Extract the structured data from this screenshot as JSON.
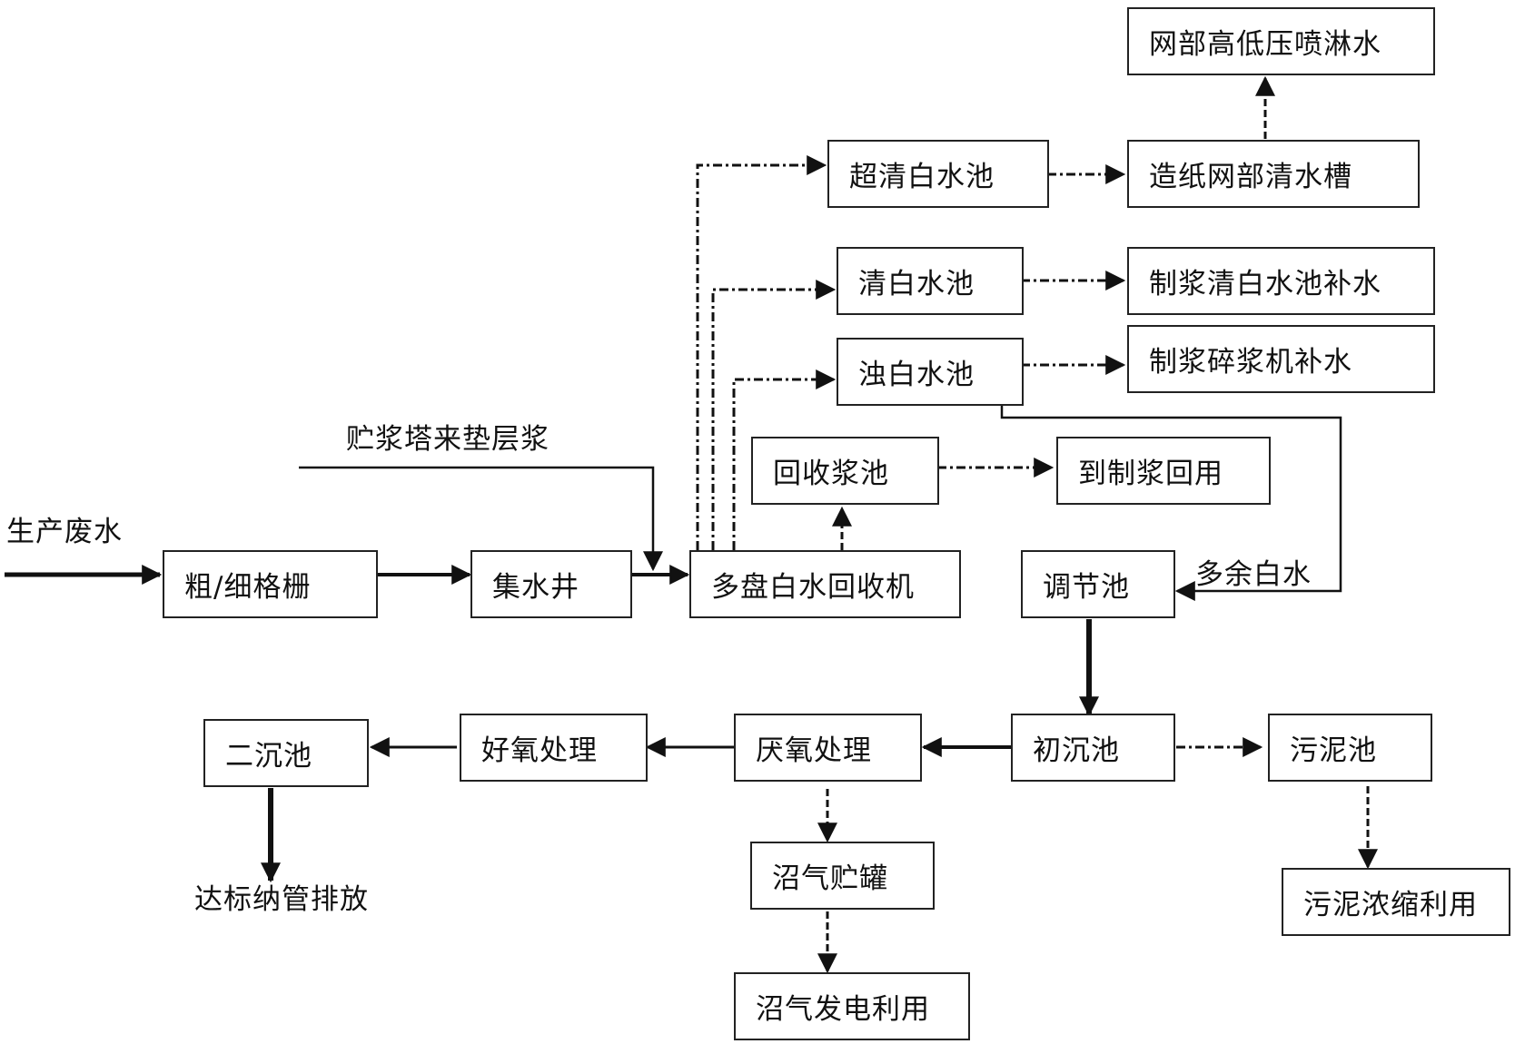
{
  "nodes": {
    "spray_water": "网部高低压喷淋水",
    "ultra_clear_pool": "超清白水池",
    "paper_web_tank": "造纸网部清水槽",
    "clear_pool": "清白水池",
    "pulping_clear_makeup": "制浆清白水池补水",
    "turbid_pool": "浊白水池",
    "pulper_makeup": "制浆碎浆机补水",
    "recovery_pool": "回收浆池",
    "pulping_reuse": "到制浆回用",
    "grid": "粗/细格栅",
    "collection_well": "集水井",
    "disc_filter": "多盘白水回收机",
    "equalization": "调节池",
    "primary_sedimentation": "初沉池",
    "sludge_pool": "污泥池",
    "anaerobic": "厌氧处理",
    "aerobic": "好氧处理",
    "secondary_sedimentation": "二沉池",
    "biogas_tank": "沼气贮罐",
    "biogas_power": "沼气发电利用",
    "sludge_use": "污泥浓缩利用"
  },
  "labels": {
    "wastewater": "生产废水",
    "pad_pulp": "贮浆塔来垫层浆",
    "excess_white_water": "多余白水",
    "discharge": "达标纳管排放"
  }
}
